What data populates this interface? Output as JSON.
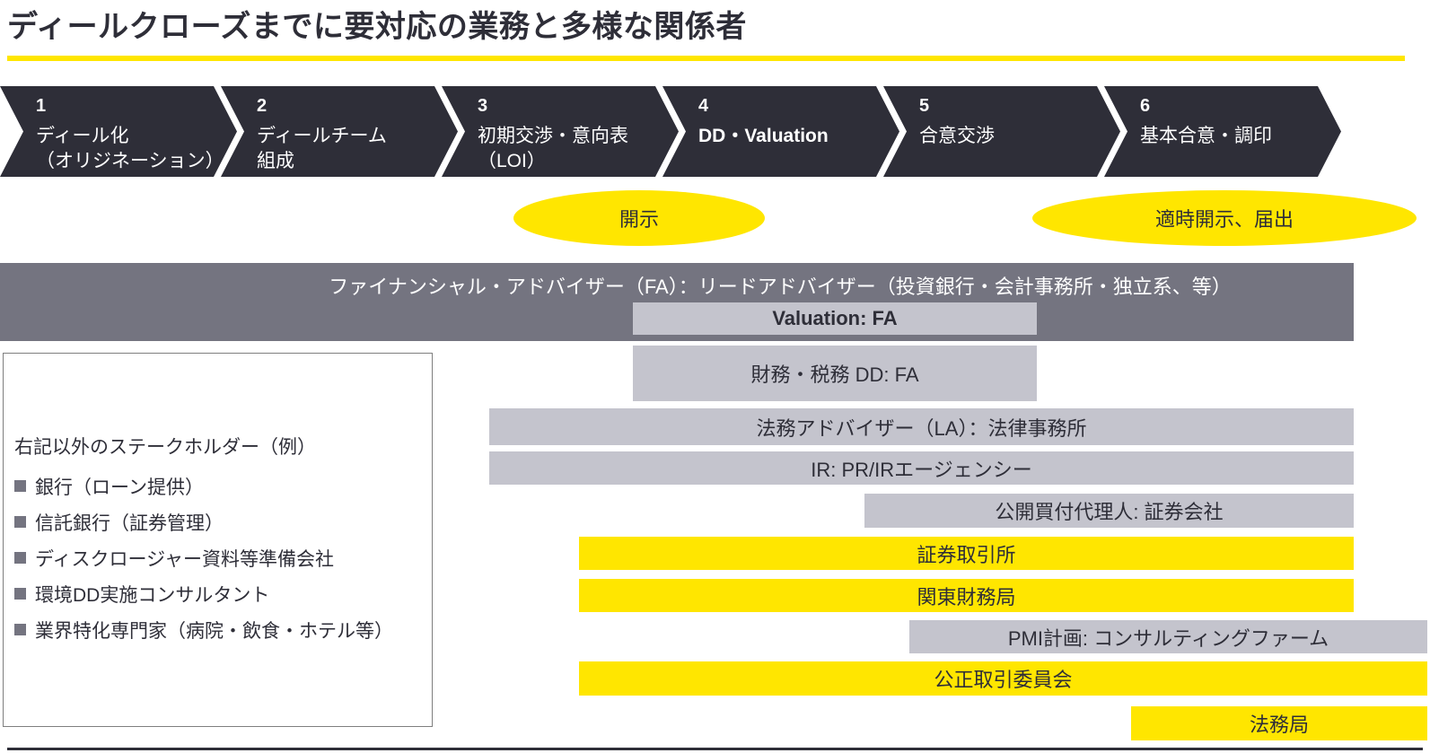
{
  "slide": {
    "title": "ディールクローズまでに要対応の業務と多様な関係者"
  },
  "colors": {
    "dark_navy": "#2e2e38",
    "accent_yellow": "#ffe600",
    "mid_gray": "#747480",
    "light_gray": "#c4c4cd"
  },
  "process_steps": [
    {
      "number": "1",
      "label": "ディール化\n（オリジネーション）"
    },
    {
      "number": "2",
      "label": "ディールチーム\n組成"
    },
    {
      "number": "3",
      "label": "初期交渉・意向表\n（LOI）"
    },
    {
      "number": "4",
      "label": "DD・Valuation"
    },
    {
      "number": "5",
      "label": "合意交渉"
    },
    {
      "number": "6",
      "label": "基本合意・調印"
    }
  ],
  "disclosure_ellipses": [
    {
      "label": "開示"
    },
    {
      "label": "適時開示、届出"
    }
  ],
  "fa_band": {
    "label": "ファイナンシャル・アドバイザー（FA）：リードアドバイザー（投資銀行・会計事務所・独立系、等）"
  },
  "bars": [
    {
      "label": "Valuation: FA"
    },
    {
      "label": "財務・税務 DD: FA"
    },
    {
      "label": "法務アドバイザー（LA）：法律事務所"
    },
    {
      "label": "IR: PR/IRエージェンシー"
    },
    {
      "label": "公開買付代理人: 証券会社"
    },
    {
      "label": "証券取引所"
    },
    {
      "label": "関東財務局"
    },
    {
      "label": "PMI計画: コンサルティングファーム"
    },
    {
      "label": "公正取引委員会"
    },
    {
      "label": "法務局"
    }
  ],
  "stakeholder_box": {
    "header": "右記以外のステークホルダー（例）",
    "items": [
      "銀行（ローン提供）",
      "信託銀行（証券管理）",
      "ディスクロージャー資料等準備会社",
      "環境DD実施コンサルタント",
      "業界特化専門家（病院・飲食・ホテル等）"
    ]
  }
}
